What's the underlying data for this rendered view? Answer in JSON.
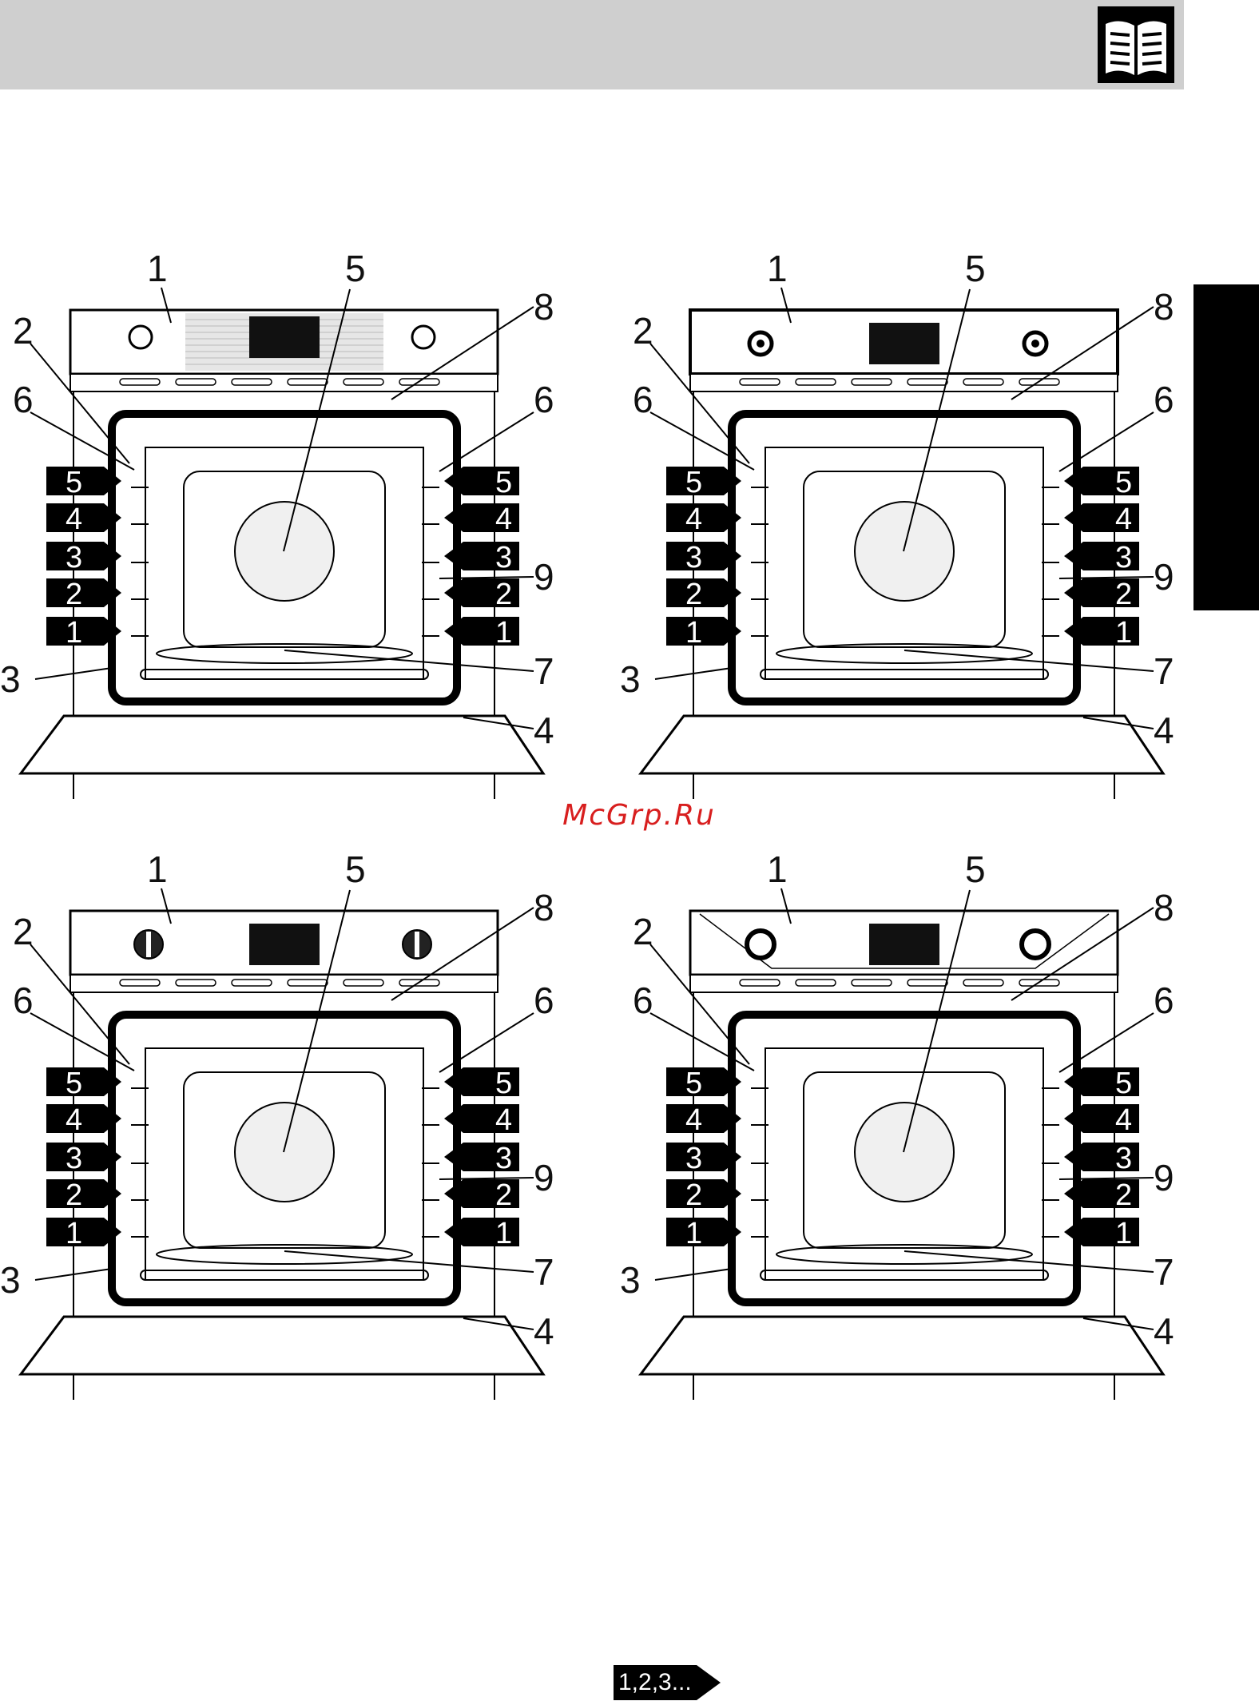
{
  "header": {
    "band_color": "#cfcfcf",
    "icon": "open-manual-icon"
  },
  "side_tab_color": "#000000",
  "watermark": "McGrp.Ru",
  "watermark_color": "#d81e1e",
  "figures": [
    {
      "variant": "stainless-panel-with-knobs",
      "callouts": {
        "c1": "1",
        "c2": "2",
        "c3": "3",
        "c4": "4",
        "c5": "5",
        "c6l": "6",
        "c6r": "6",
        "c7": "7",
        "c8": "8",
        "c9": "9"
      },
      "shelf_levels": [
        "5",
        "4",
        "3",
        "2",
        "1"
      ]
    },
    {
      "variant": "dark-panel-round-knobs",
      "callouts": {
        "c1": "1",
        "c2": "2",
        "c3": "3",
        "c4": "4",
        "c5": "5",
        "c6l": "6",
        "c6r": "6",
        "c7": "7",
        "c8": "8",
        "c9": "9"
      },
      "shelf_levels": [
        "5",
        "4",
        "3",
        "2",
        "1"
      ]
    },
    {
      "variant": "black-knobs",
      "callouts": {
        "c1": "1",
        "c2": "2",
        "c3": "3",
        "c4": "4",
        "c5": "5",
        "c6l": "6",
        "c6r": "6",
        "c7": "7",
        "c8": "8",
        "c9": "9"
      },
      "shelf_levels": [
        "5",
        "4",
        "3",
        "2",
        "1"
      ]
    },
    {
      "variant": "arched-panel-round-knobs",
      "callouts": {
        "c1": "1",
        "c2": "2",
        "c3": "3",
        "c4": "4",
        "c5": "5",
        "c6l": "6",
        "c6r": "6",
        "c7": "7",
        "c8": "8",
        "c9": "9"
      },
      "shelf_levels": [
        "5",
        "4",
        "3",
        "2",
        "1"
      ]
    }
  ],
  "footer": {
    "continue_label": "1,2,3..."
  }
}
